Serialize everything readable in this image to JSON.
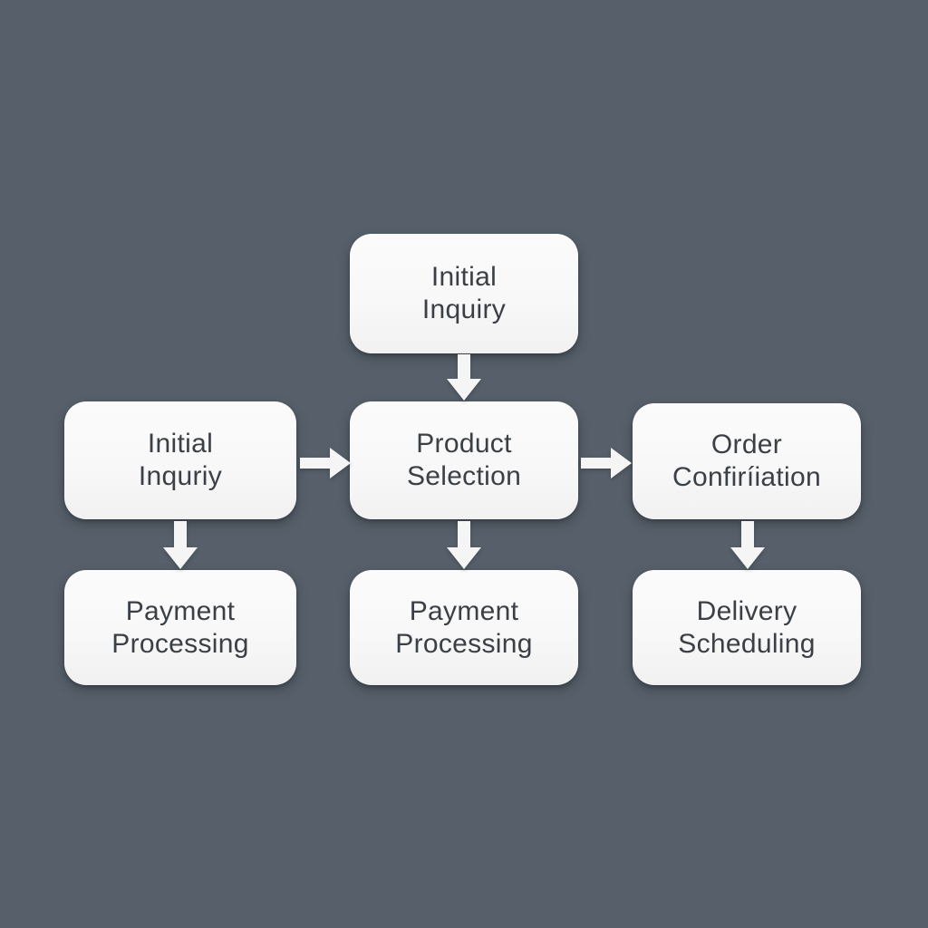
{
  "theme": {
    "background_color": "#57606a",
    "node_fill": "#f8f8f8",
    "node_text_color": "#3b4046",
    "arrow_color": "#f5f5f5"
  },
  "diagram": {
    "type": "flowchart",
    "nodes": {
      "top_center": {
        "label": "Initial\nInquiry"
      },
      "mid_left": {
        "label": "Initial\nInquriy"
      },
      "mid_center": {
        "label": "Product\nSelection"
      },
      "mid_right": {
        "label": "Order\nConfiríiation"
      },
      "bottom_left": {
        "label": "Payment\nProcessing"
      },
      "bottom_center": {
        "label": "Payment\nProcessing"
      },
      "bottom_right": {
        "label": "Delivery\nScheduling"
      }
    },
    "edges": [
      {
        "from": "top_center",
        "to": "mid_center",
        "direction": "down"
      },
      {
        "from": "mid_left",
        "to": "mid_center",
        "direction": "right"
      },
      {
        "from": "mid_center",
        "to": "mid_right",
        "direction": "right"
      },
      {
        "from": "mid_left",
        "to": "bottom_left",
        "direction": "down"
      },
      {
        "from": "mid_center",
        "to": "bottom_center",
        "direction": "down"
      },
      {
        "from": "mid_right",
        "to": "bottom_right",
        "direction": "down"
      }
    ]
  }
}
